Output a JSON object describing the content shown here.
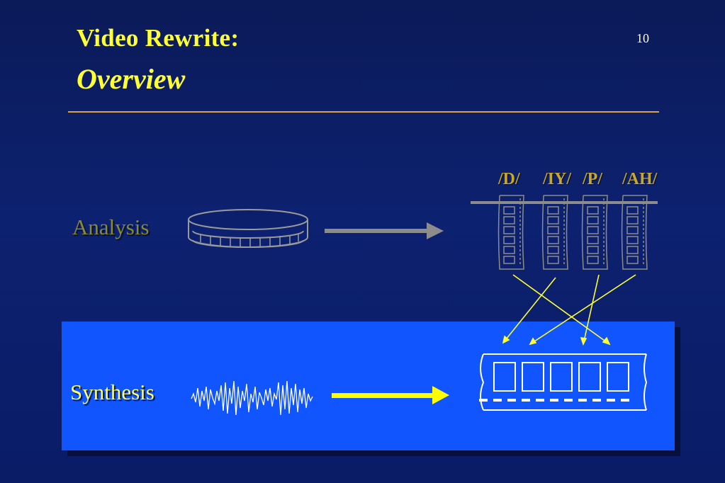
{
  "slide": {
    "title_line1": "Video Rewrite:",
    "title_line2": "Overview",
    "number": "10"
  },
  "analysis": {
    "label": "Analysis",
    "phonemes": [
      "/D/",
      "/IY/",
      "/P/",
      "/AH/"
    ]
  },
  "synthesis": {
    "label": "Synthesis"
  },
  "colors": {
    "background": "#0c2170",
    "title": "#ffff33",
    "rule": "#e0a048",
    "synthesis_panel": "#1155ff",
    "analysis_label": "#8a8a30",
    "synthesis_label": "#ffff66",
    "analysis_arrow": "#8c8c8c",
    "synthesis_arrow": "#ffff00",
    "connector_lines": "#ffff33"
  },
  "icons": {
    "video_reel": "film-reel-icon",
    "audio_waveform": "waveform-icon",
    "output_filmstrip": "filmstrip-icon"
  }
}
